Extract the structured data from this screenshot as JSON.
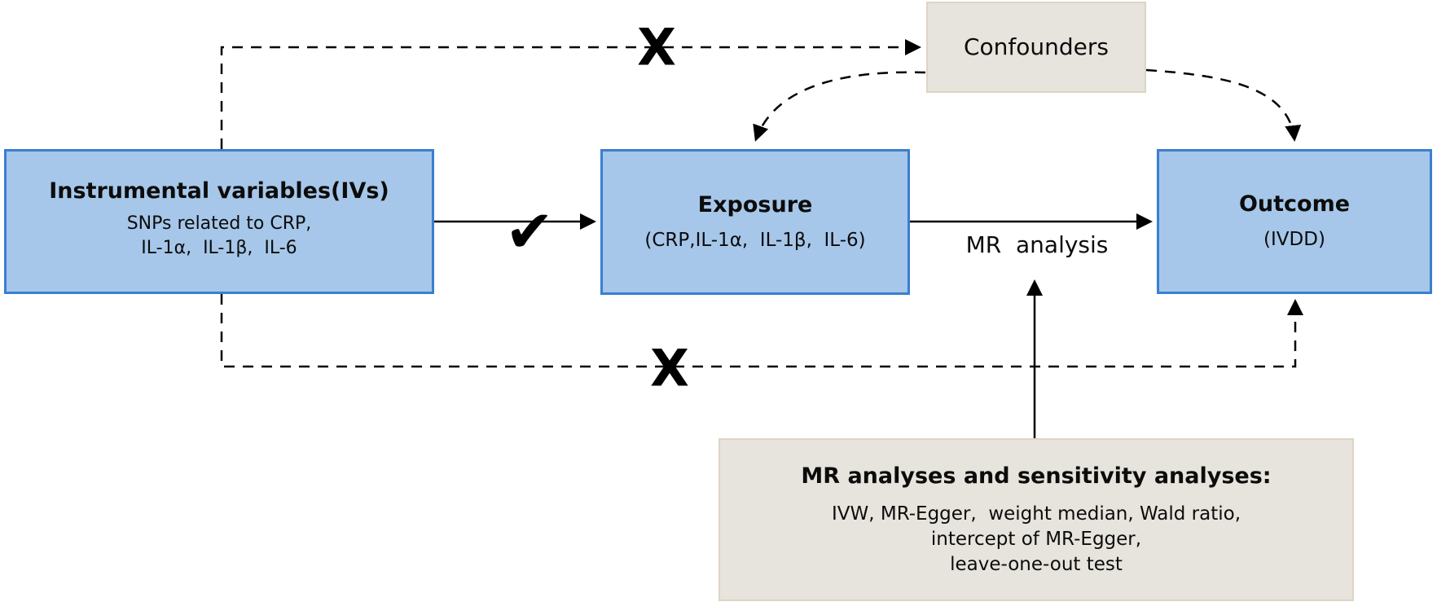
{
  "diagram": {
    "type": "mendelian-randomization-study-design",
    "background_color": "#ffffff",
    "colors": {
      "node_fill": "#a6c7e9",
      "node_border": "#3a7ed2",
      "panel_fill": "#e6e4dc",
      "panel_border": "#ddd4c4",
      "line_color": "#000000"
    },
    "nodes": {
      "instrumental_variables": {
        "title": "Instrumental variables(IVs)",
        "line1": "SNPs related to CRP,",
        "line2": "IL-1α,  IL-1β,  IL-6"
      },
      "exposure": {
        "title": "Exposure",
        "subtitle": "(CRP,IL-1α,  IL-1β,  IL-6)"
      },
      "outcome": {
        "title": "Outcome",
        "subtitle": "(IVDD)"
      },
      "confounders": {
        "title": "Confounders"
      },
      "mr_analyses": {
        "title": "MR analyses and sensitivity analyses:",
        "line1": "IVW, MR-Egger,  weight median, Wald ratio,",
        "line2": "intercept of MR-Egger,",
        "line3": "leave-one-out test"
      }
    },
    "labels": {
      "mr_analysis_arrow": "MR  analysis"
    },
    "marks": {
      "check": "✔",
      "cross_top": "X",
      "cross_bottom": "X"
    },
    "relations": [
      "IVs → Exposure (valid, check mark)",
      "Exposure → Outcome (MR analysis)",
      "IVs ⇢ Confounders (blocked, X)",
      "IVs ⇢ Outcome (blocked, X)",
      "Confounders ⇢ Exposure",
      "Confounders ⇢ Outcome",
      "MR analyses and sensitivity analyses → MR analysis arrow"
    ]
  }
}
